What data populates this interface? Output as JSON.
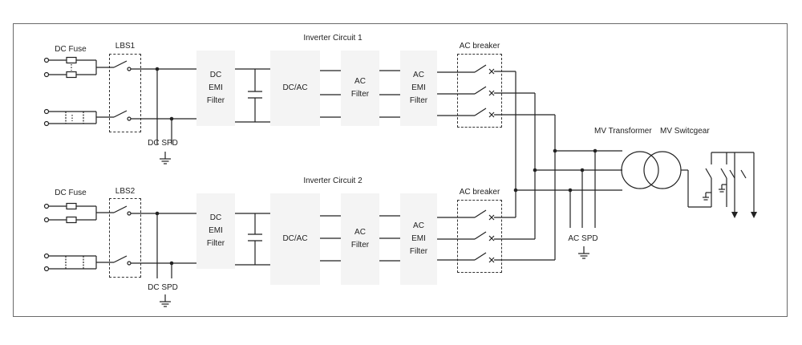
{
  "circuits": [
    {
      "title": "Inverter Circuit 1",
      "dc_fuse": "DC Fuse",
      "lbs": "LBS1",
      "dc_spd": "DC SPD",
      "dc_emi": [
        "DC",
        "EMI",
        "Filter"
      ],
      "dcac": "DC/AC",
      "ac_filter": [
        "AC",
        "Filter"
      ],
      "ac_emi": [
        "AC",
        "EMI",
        "Filter"
      ],
      "ac_breaker": "AC breaker"
    },
    {
      "title": "Inverter Circuit 2",
      "dc_fuse": "DC Fuse",
      "lbs": "LBS2",
      "dc_spd": "DC SPD",
      "dc_emi": [
        "DC",
        "EMI",
        "Filter"
      ],
      "dcac": "DC/AC",
      "ac_filter": [
        "AC",
        "Filter"
      ],
      "ac_emi": [
        "AC",
        "EMI",
        "Filter"
      ],
      "ac_breaker": "AC breaker"
    }
  ],
  "mv": {
    "transformer_label": "MV Transformer",
    "switchgear_label": "MV Switcgear",
    "ac_spd": "AC SPD"
  },
  "colors": {
    "line": "#222222",
    "block_fill": "#f4f4f4",
    "frame": "#6a6a6a"
  }
}
